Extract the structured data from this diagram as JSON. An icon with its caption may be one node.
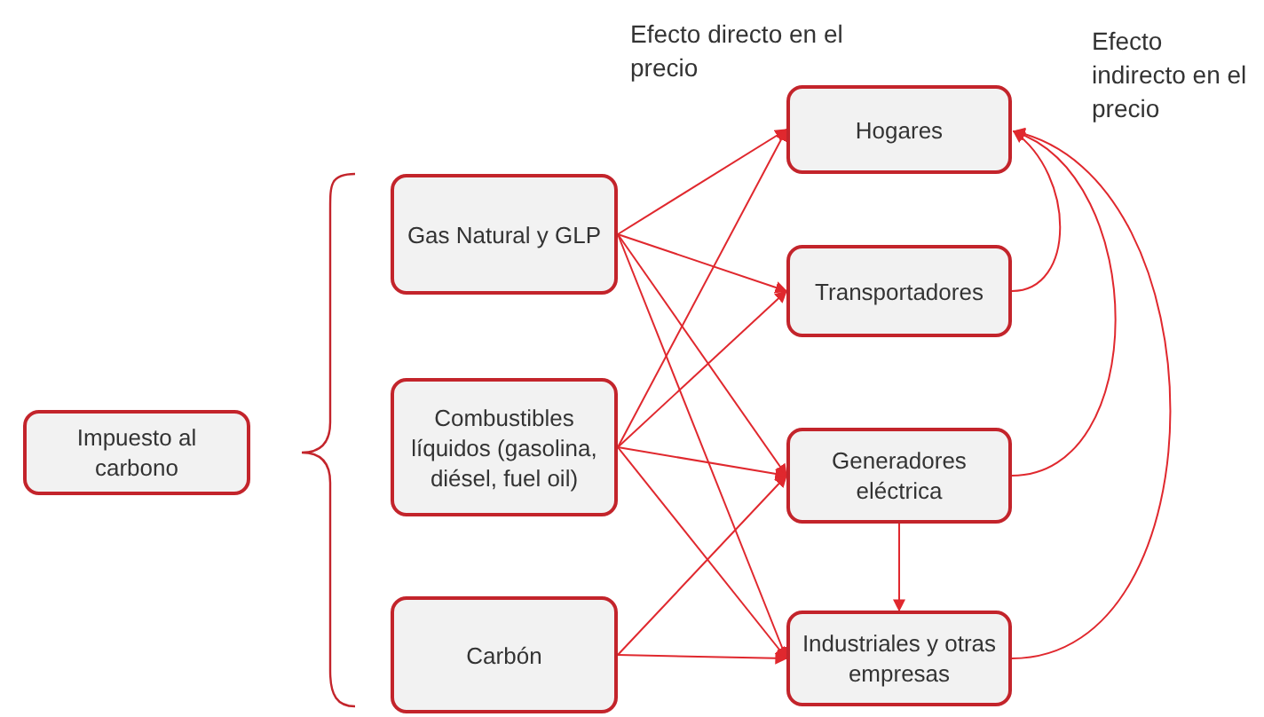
{
  "diagram": {
    "nodes": [
      {
        "text": [
          "Impuesto al carbono"
        ]
      },
      {
        "text": [
          "Gas Natural y GLP"
        ]
      },
      {
        "text": [
          "Combustibles líquidos (gasolina, diésel, fuel oil)"
        ]
      },
      {
        "text": [
          "Carbón"
        ]
      },
      {
        "text": [
          "Hogares"
        ]
      },
      {
        "text": [
          "Transportadores"
        ]
      },
      {
        "text": [
          "Generadores eléctrica"
        ]
      },
      {
        "text": [
          "Industriales y otras empresas"
        ]
      }
    ],
    "edges": [
      {
        "from": 1,
        "to": 4,
        "arrow": "to"
      },
      {
        "from": 1,
        "to": 5,
        "arrow": "to"
      },
      {
        "from": 1,
        "to": 6,
        "arrow": "to"
      },
      {
        "from": 1,
        "to": 7,
        "arrow": "to"
      },
      {
        "from": 2,
        "to": 5,
        "arrow": "to"
      },
      {
        "from": 2,
        "to": 6,
        "arrow": "to"
      },
      {
        "from": 2,
        "to": 7,
        "arrow": "to"
      },
      {
        "from": 2,
        "to": 4,
        "arrow": "to"
      },
      {
        "from": 3,
        "to": 6,
        "arrow": "to"
      },
      {
        "from": 3,
        "to": 7,
        "arrow": "to"
      },
      {
        "from": 5,
        "to": 4,
        "arrow": "to"
      },
      {
        "from": 6,
        "to": 4,
        "arrow": "to"
      },
      {
        "from": 7,
        "to": 4,
        "arrow": "to"
      },
      {
        "from": 6,
        "to": 7,
        "arrow": "to"
      }
    ],
    "labels": [
      "Efecto directo en el precio",
      "Efecto indirecto en el precio"
    ]
  }
}
